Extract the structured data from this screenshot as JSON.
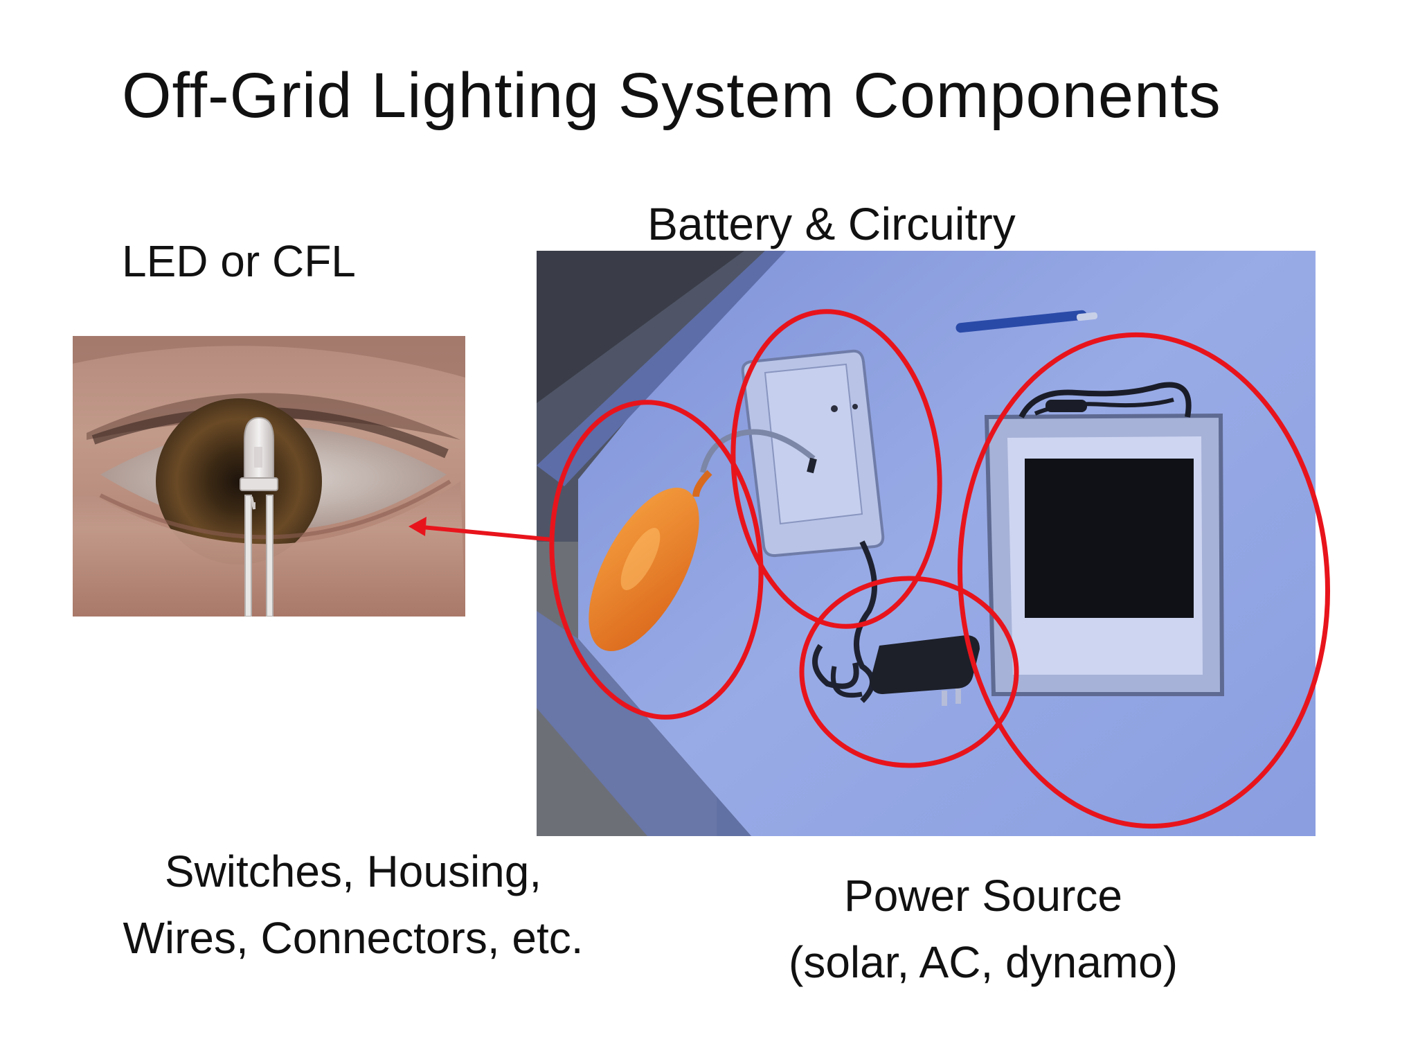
{
  "slide": {
    "title": "Off-Grid Lighting System Components",
    "labels": {
      "battery": "Battery & Circuitry",
      "led": "LED or CFL",
      "switches_line1": "Switches, Housing,",
      "switches_line2": "Wires, Connectors, etc.",
      "power_line1": "Power Source",
      "power_line2": "(solar, AC, dynamo)"
    }
  },
  "images": {
    "eye_photo": "LED held in front of an eye",
    "table_photo": "components on a table"
  },
  "colors": {
    "annotation": "#e8141c",
    "background": "#ffffff",
    "text": "#111111"
  }
}
